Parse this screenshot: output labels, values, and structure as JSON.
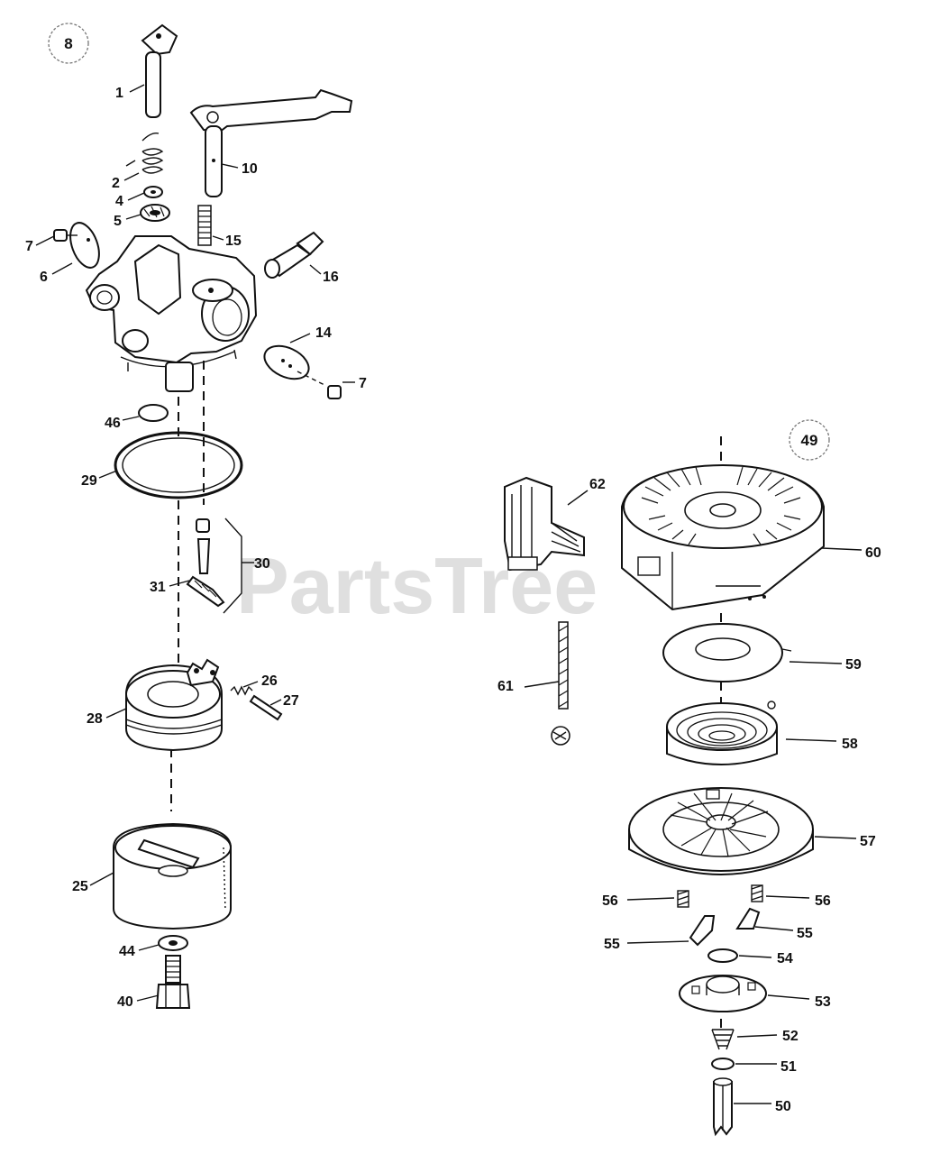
{
  "watermark": "PartsTree",
  "groups": {
    "left": "8",
    "right": "49"
  },
  "labels": {
    "p1": "1",
    "p2": "2",
    "p4": "4",
    "p5": "5",
    "p6": "6",
    "p7a": "7",
    "p7b": "7",
    "p10": "10",
    "p14": "14",
    "p15": "15",
    "p16": "16",
    "p25": "25",
    "p26": "26",
    "p27": "27",
    "p28": "28",
    "p29": "29",
    "p30": "30",
    "p31": "31",
    "p40": "40",
    "p44": "44",
    "p46": "46",
    "p50": "50",
    "p51": "51",
    "p52": "52",
    "p53": "53",
    "p54": "54",
    "p55a": "55",
    "p55b": "55",
    "p56a": "56",
    "p56b": "56",
    "p57": "57",
    "p58": "58",
    "p59": "59",
    "p60": "60",
    "p61": "61",
    "p62": "62"
  }
}
